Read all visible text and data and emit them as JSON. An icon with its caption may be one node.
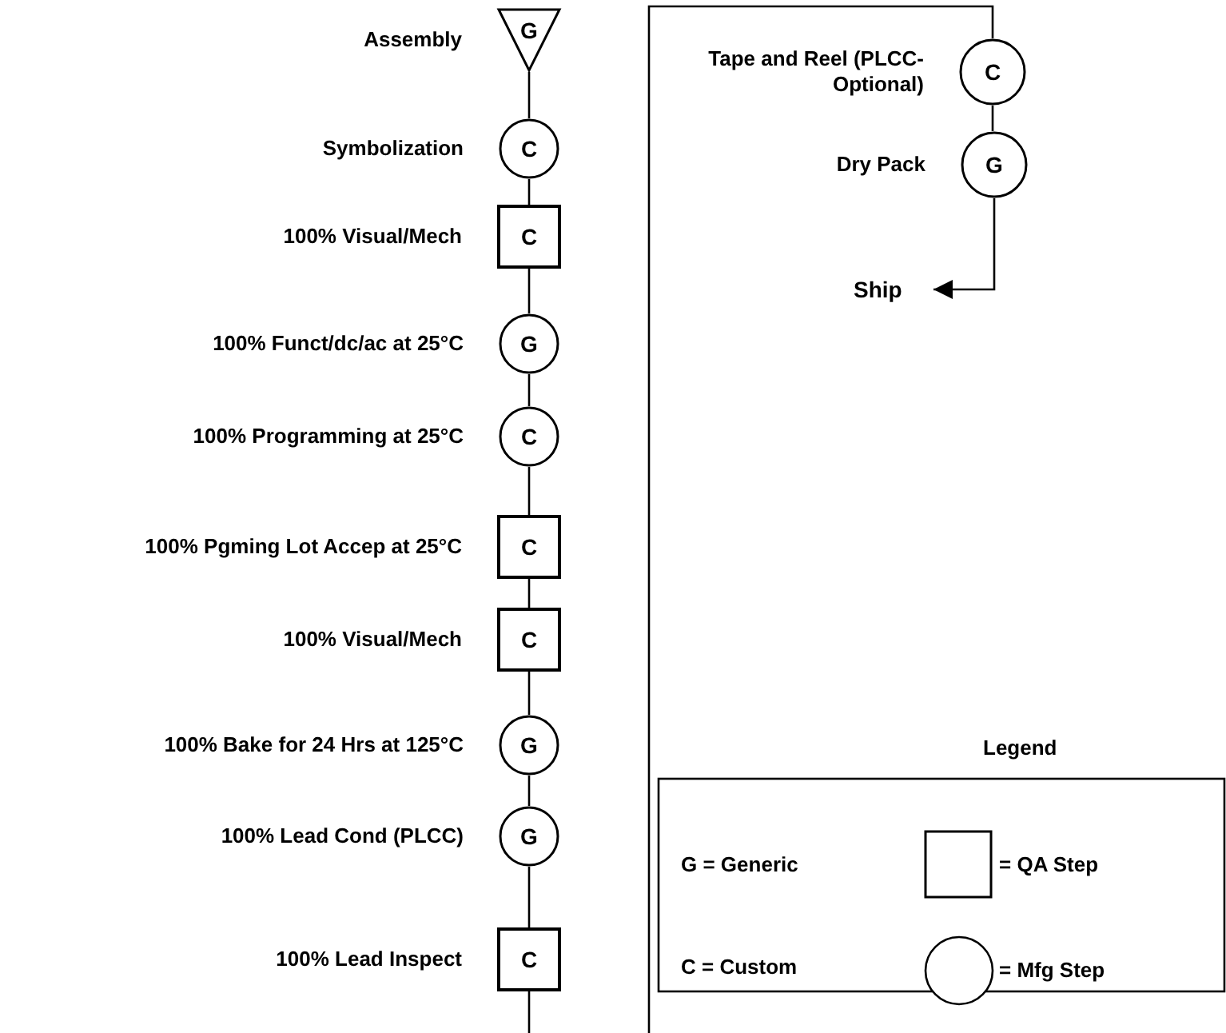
{
  "diagram": {
    "nodes": [
      {
        "text": [
          "G"
        ],
        "beside": [
          "Assembly"
        ]
      },
      {
        "text": [
          "C"
        ],
        "beside": [
          "Symbolization"
        ]
      },
      {
        "text": [
          "C"
        ],
        "beside": [
          "100% Visual/Mech"
        ]
      },
      {
        "text": [
          "G"
        ],
        "beside": [
          "100% Funct/dc/ac at 25°C"
        ]
      },
      {
        "text": [
          "C"
        ],
        "beside": [
          "100% Programming at 25°C"
        ]
      },
      {
        "text": [
          "C"
        ],
        "beside": [
          "100% Pgming Lot Accep at 25°C"
        ]
      },
      {
        "text": [
          "C"
        ],
        "beside": [
          "100% Visual/Mech"
        ]
      },
      {
        "text": [
          "G"
        ],
        "beside": [
          "100% Bake for 24 Hrs at 125°C"
        ]
      },
      {
        "text": [
          "G"
        ],
        "beside": [
          "100% Lead Cond (PLCC)"
        ]
      },
      {
        "text": [
          "C"
        ],
        "beside": [
          "100% Lead Inspect"
        ]
      },
      {
        "text": [
          "C"
        ],
        "beside": [
          "Tape and Reel (PLCC-Optional)"
        ]
      },
      {
        "text": [
          "G"
        ],
        "beside": [
          "Dry Pack"
        ]
      },
      {
        "text": [
          "Ship"
        ]
      }
    ],
    "edges": [
      {
        "from": 0,
        "to": 1,
        "arrow": "none"
      },
      {
        "from": 1,
        "to": 2,
        "arrow": "none"
      },
      {
        "from": 2,
        "to": 3,
        "arrow": "none"
      },
      {
        "from": 3,
        "to": 4,
        "arrow": "none"
      },
      {
        "from": 4,
        "to": 5,
        "arrow": "none"
      },
      {
        "from": 5,
        "to": 6,
        "arrow": "none"
      },
      {
        "from": 6,
        "to": 7,
        "arrow": "none"
      },
      {
        "from": 7,
        "to": 8,
        "arrow": "none"
      },
      {
        "from": 8,
        "to": 9,
        "arrow": "none"
      },
      {
        "from": 9,
        "to": null,
        "arrow": "none"
      },
      {
        "from": null,
        "to": 10,
        "arrow": "none"
      },
      {
        "from": 10,
        "to": 11,
        "arrow": "none"
      },
      {
        "from": 11,
        "to": 12,
        "arrow": "to"
      }
    ],
    "labels": [
      "Legend",
      "G = Generic",
      "C = Custom"
    ],
    "legend": [
      {
        "text": "= QA Step"
      },
      {
        "text": "= Mfg Step"
      }
    ]
  }
}
